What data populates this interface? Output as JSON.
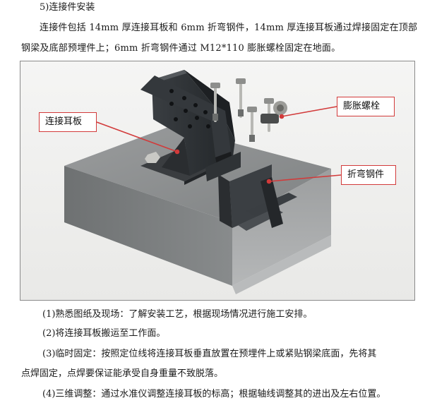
{
  "heading": "5)连接件安装",
  "intro_line1": "连接件包括 14mm 厚连接耳板和 6mm 折弯钢件，14mm 厚连接耳板通过焊接固定在顶部",
  "intro_line2": "钢梁及底部预埋件上；6mm 折弯钢件通过 M12*110 膨胀螺栓固定在地面。",
  "figure": {
    "callouts": {
      "plate": "连接耳板",
      "bolt": "膨胀螺栓",
      "angle": "折弯钢件"
    },
    "colors": {
      "callout_border": "#d23a3a",
      "steel": "#2e3236",
      "concrete": "#8f9192"
    }
  },
  "steps": {
    "s1": "(1)熟悉图纸及现场：了解安装工艺，根据现场情况进行施工安排。",
    "s2": "(2)将连接耳板搬运至工作面。",
    "s3_line1": "(3)临时固定：按照定位线将连接耳板垂直放置在预埋件上或紧贴钢梁底面，先将其",
    "s3_line2": "点焊固定，点焊要保证能承受自身重量不致脱落。",
    "s4": "(4)三维调整：通过水准仪调整连接耳板的标高；根据轴线调整其的进出及左右位置。"
  }
}
